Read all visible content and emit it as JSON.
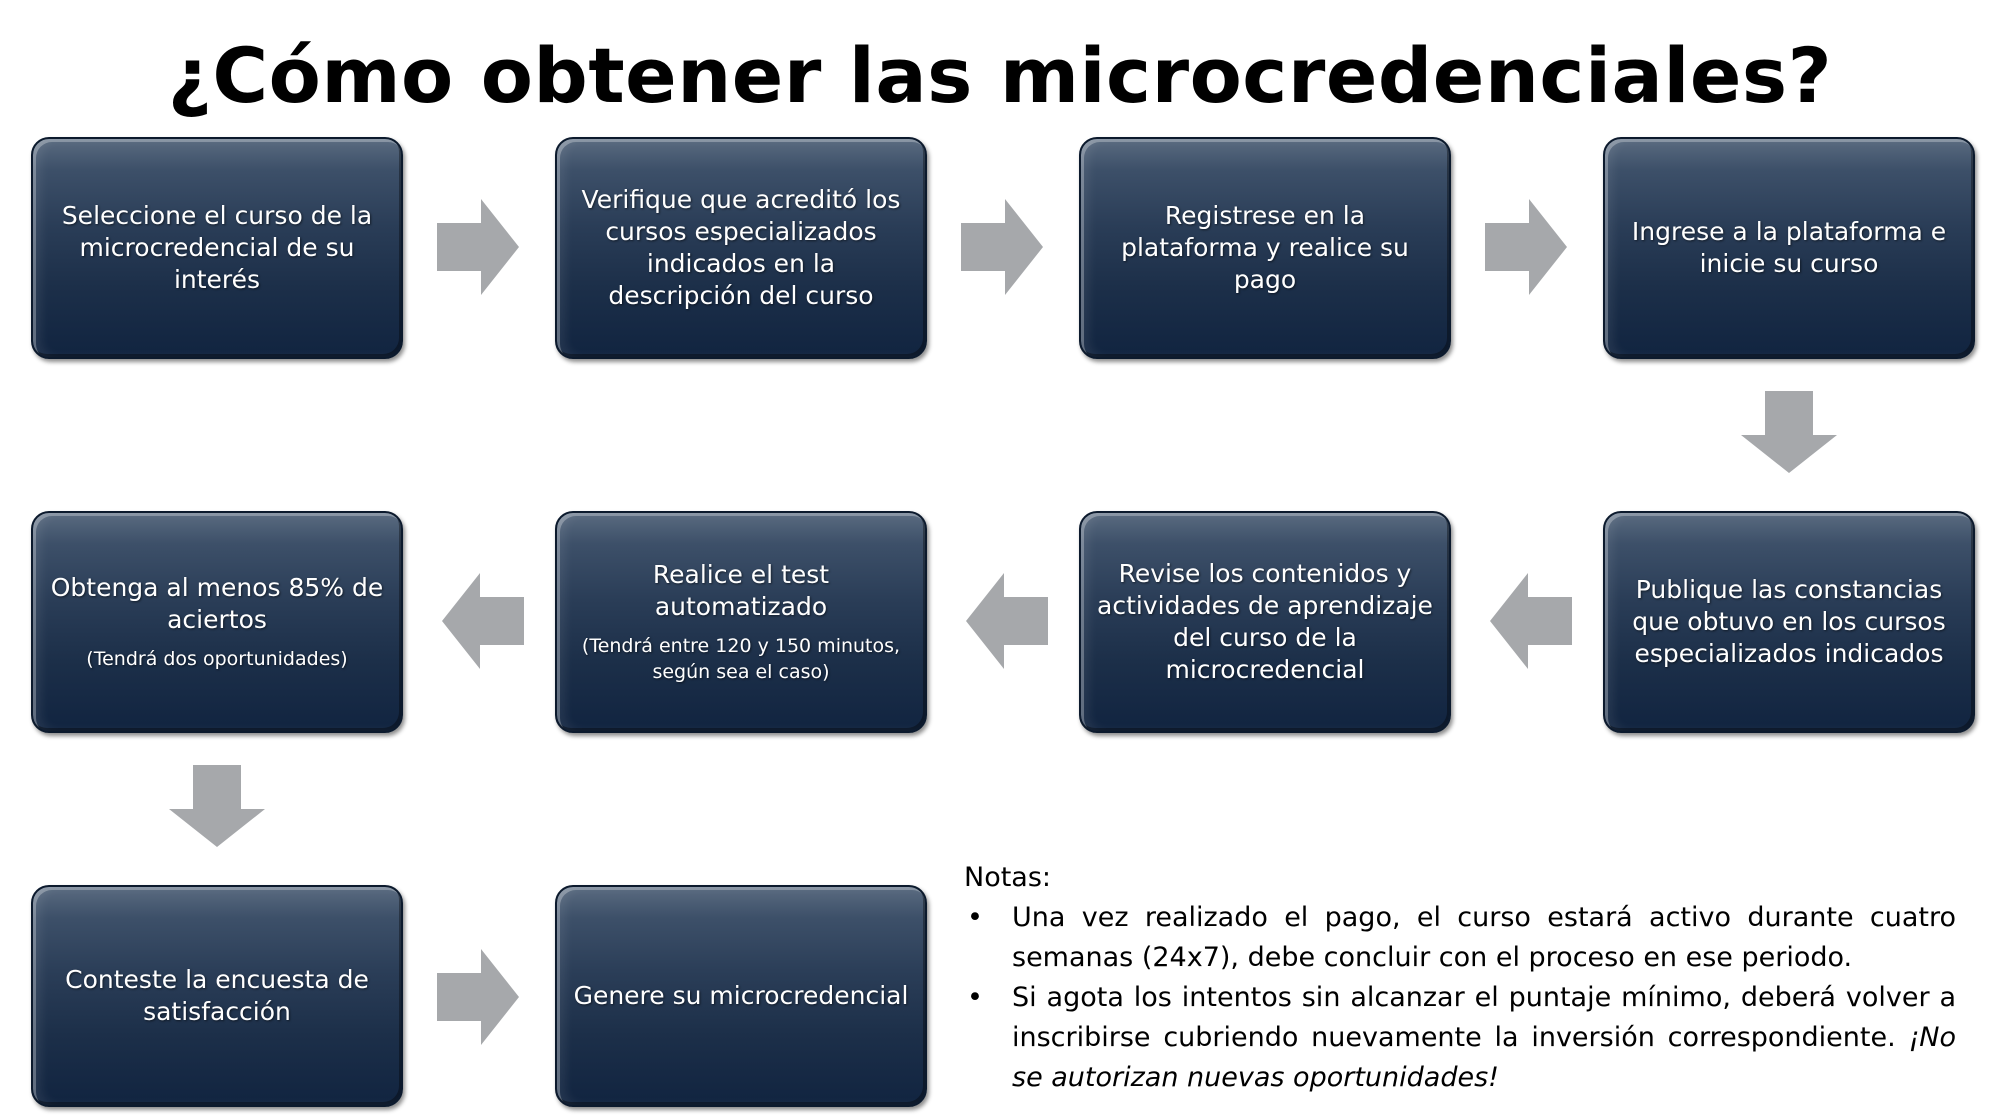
{
  "title": "¿Cómo obtener las microcredenciales?",
  "colors": {
    "box_fill": "#1c2f49",
    "arrow_fill": "#a6a8ab"
  },
  "steps": [
    {
      "main": "Seleccione el curso de la microcredencial de su interés",
      "sub": ""
    },
    {
      "main": "Verifique que acreditó los cursos especializados indicados en la descripción del curso",
      "sub": ""
    },
    {
      "main": "Registrese en la plataforma y realice su pago",
      "sub": ""
    },
    {
      "main": "Ingrese a la plataforma e inicie su curso",
      "sub": ""
    },
    {
      "main": "Publique las constancias que obtuvo en los cursos especializados indicados",
      "sub": ""
    },
    {
      "main": "Revise los contenidos y actividades de aprendizaje del curso de la microcredencial",
      "sub": ""
    },
    {
      "main": "Realice el test automatizado",
      "sub": "(Tendrá entre 120 y 150 minutos, según sea el caso)"
    },
    {
      "main": "Obtenga al menos 85% de aciertos",
      "sub": "(Tendrá dos oportunidades)"
    },
    {
      "main": "Conteste la encuesta de satisfacción",
      "sub": ""
    },
    {
      "main": "Genere su microcredencial",
      "sub": ""
    }
  ],
  "notes": {
    "heading": "Notas:",
    "bullet": "•",
    "items": [
      {
        "text": "Una vez realizado el pago, el curso estará activo durante cuatro semanas (24x7), debe concluir con el proceso en ese periodo.",
        "italic": ""
      },
      {
        "text": "Si agota los intentos sin alcanzar el puntaje mínimo, deberá volver a inscribirse cubriendo nuevamente la inversión correspondiente. ",
        "italic": "¡No se autorizan nuevas oportunidades!"
      }
    ]
  }
}
